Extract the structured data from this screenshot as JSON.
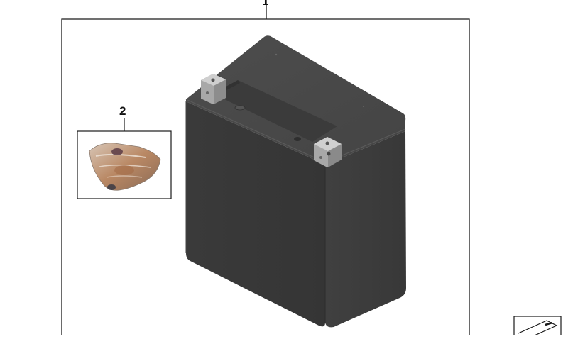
{
  "diagram": {
    "callouts": [
      {
        "number": "1",
        "part": "battery"
      },
      {
        "number": "2",
        "part": "accessory-bag"
      }
    ],
    "colors": {
      "battery_body": "#3c3c3c",
      "battery_top": "#474747",
      "terminal": "#b9b9b9",
      "frame_line": "#1a1a1a",
      "bag_tint": "#b07a52"
    },
    "icons": [
      "document-stamp-icon"
    ]
  }
}
